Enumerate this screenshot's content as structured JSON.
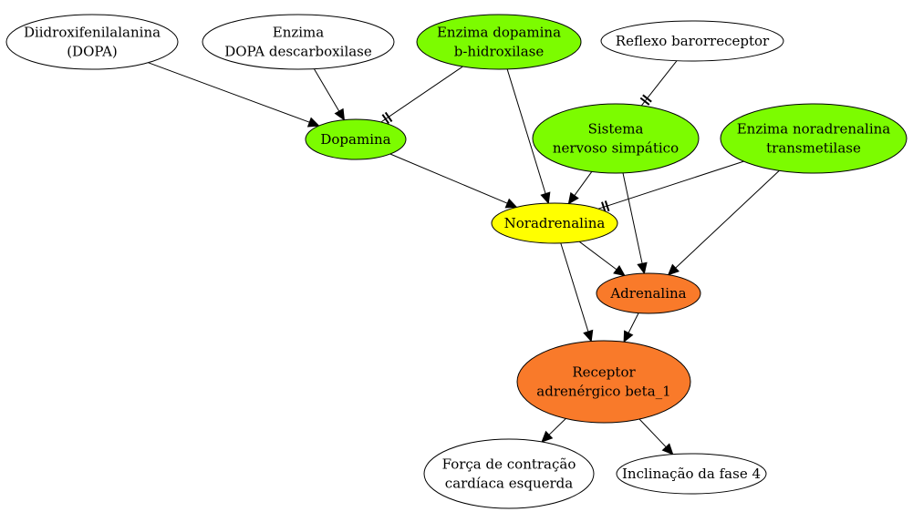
{
  "diagram": {
    "nodes": [
      {
        "id": "dopa",
        "label_lines": [
          "Diidroxifenilalanina",
          "(DOPA)"
        ],
        "fill": "#ffffff"
      },
      {
        "id": "ddc",
        "label_lines": [
          "Enzima",
          "DOPA descarboxilase"
        ],
        "fill": "#ffffff"
      },
      {
        "id": "dbh",
        "label_lines": [
          "Enzima dopamina",
          "b-hidroxilase"
        ],
        "fill": "#7cfc00"
      },
      {
        "id": "baro",
        "label_lines": [
          "Reflexo barorreceptor"
        ],
        "fill": "#ffffff"
      },
      {
        "id": "dopamina",
        "label_lines": [
          "Dopamina"
        ],
        "fill": "#7cfc00"
      },
      {
        "id": "sns",
        "label_lines": [
          "Sistema",
          "nervoso simpático"
        ],
        "fill": "#7cfc00"
      },
      {
        "id": "pnmt",
        "label_lines": [
          "Enzima noradrenalina",
          "transmetilase"
        ],
        "fill": "#7cfc00"
      },
      {
        "id": "nora",
        "label_lines": [
          "Noradrenalina"
        ],
        "fill": "#ffff00"
      },
      {
        "id": "adre",
        "label_lines": [
          "Adrenalina"
        ],
        "fill": "#f97a2a"
      },
      {
        "id": "beta1",
        "label_lines": [
          "Receptor",
          "adrenérgico beta_1"
        ],
        "fill": "#f97a2a"
      },
      {
        "id": "forca",
        "label_lines": [
          "Força de contração",
          "cardíaca esquerda"
        ],
        "fill": "#ffffff"
      },
      {
        "id": "fase4",
        "label_lines": [
          "Inclinação da fase 4"
        ],
        "fill": "#ffffff"
      }
    ],
    "edges": [
      {
        "from": "dopa",
        "to": "dopamina",
        "type": "activate"
      },
      {
        "from": "ddc",
        "to": "dopamina",
        "type": "activate"
      },
      {
        "from": "dbh",
        "to": "dopamina",
        "type": "inhibit"
      },
      {
        "from": "dbh",
        "to": "nora",
        "type": "activate"
      },
      {
        "from": "dopamina",
        "to": "nora",
        "type": "activate"
      },
      {
        "from": "baro",
        "to": "sns",
        "type": "inhibit"
      },
      {
        "from": "sns",
        "to": "nora",
        "type": "activate"
      },
      {
        "from": "sns",
        "to": "adre",
        "type": "activate"
      },
      {
        "from": "pnmt",
        "to": "nora",
        "type": "inhibit"
      },
      {
        "from": "pnmt",
        "to": "adre",
        "type": "activate"
      },
      {
        "from": "nora",
        "to": "adre",
        "type": "activate"
      },
      {
        "from": "nora",
        "to": "beta1",
        "type": "activate"
      },
      {
        "from": "adre",
        "to": "beta1",
        "type": "activate"
      },
      {
        "from": "beta1",
        "to": "forca",
        "type": "activate"
      },
      {
        "from": "beta1",
        "to": "fase4",
        "type": "activate"
      }
    ]
  }
}
